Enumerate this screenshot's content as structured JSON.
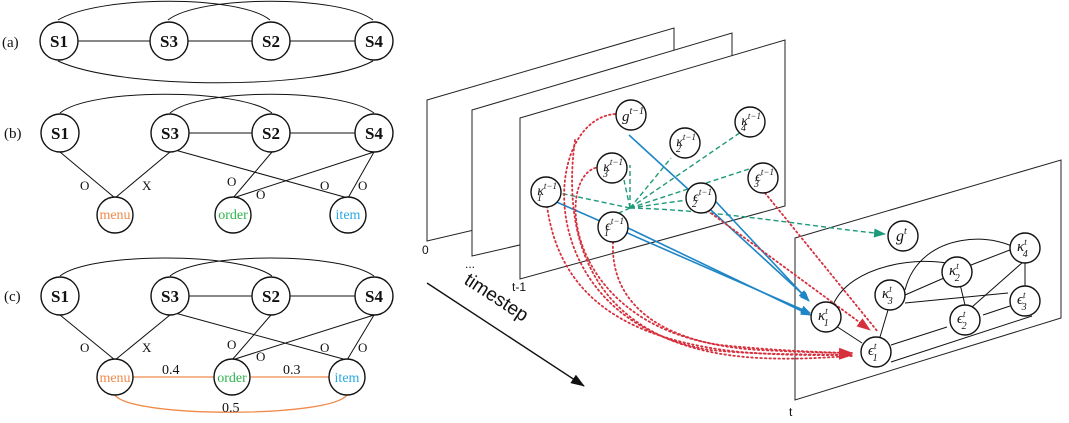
{
  "panels": {
    "a": {
      "label": "(a)"
    },
    "b": {
      "label": "(b)"
    },
    "c": {
      "label": "(c)"
    }
  },
  "domain_nodes": [
    "S1",
    "S3",
    "S2",
    "S4"
  ],
  "slot_nodes": [
    {
      "name": "menu",
      "color": "#f08a4b"
    },
    {
      "name": "order",
      "color": "#2bb34a"
    },
    {
      "name": "item",
      "color": "#29a9e0"
    }
  ],
  "slot_edge_marks": {
    "s1_menu": "O",
    "s3_menu": "X",
    "s2_order": "O",
    "s4_order": "O",
    "s3_item": "O",
    "s4_item": "O"
  },
  "slot_weights": {
    "menu_order": "0.4",
    "order_item": "0.3",
    "menu_item": "0.5"
  },
  "colors": {
    "orange": "#f08a4b",
    "blue": "#1f86c6",
    "green": "#1e9a7a",
    "red": "#d6303c"
  },
  "timeline": {
    "plane_labels": [
      "0",
      "...",
      "t-1",
      "t"
    ],
    "axis_label": "timestep"
  },
  "prev_nodes": {
    "g": {
      "base": "g",
      "sup": "t−1",
      "sub": ""
    },
    "k1": {
      "base": "κ",
      "sup": "t−1",
      "sub": "1"
    },
    "k2": {
      "base": "κ",
      "sup": "t−1",
      "sub": "2"
    },
    "k3": {
      "base": "κ",
      "sup": "t−1",
      "sub": "3"
    },
    "k4": {
      "base": "κ",
      "sup": "t−1",
      "sub": "4"
    },
    "e1": {
      "base": "ϵ",
      "sup": "t−1",
      "sub": "1"
    },
    "e2": {
      "base": "ϵ",
      "sup": "t−1",
      "sub": "2"
    },
    "e3": {
      "base": "ϵ",
      "sup": "t−1",
      "sub": "3"
    }
  },
  "cur_nodes": {
    "g": {
      "base": "g",
      "sup": "t",
      "sub": ""
    },
    "k1": {
      "base": "κ",
      "sup": "t",
      "sub": "1"
    },
    "k2": {
      "base": "κ",
      "sup": "t",
      "sub": "2"
    },
    "k3": {
      "base": "κ",
      "sup": "t",
      "sub": "3"
    },
    "k4": {
      "base": "κ",
      "sup": "t",
      "sub": "4"
    },
    "e1": {
      "base": "ϵ",
      "sup": "t",
      "sub": "1"
    },
    "e2": {
      "base": "ϵ",
      "sup": "t",
      "sub": "2"
    },
    "e3": {
      "base": "ϵ",
      "sup": "t",
      "sub": "3"
    }
  }
}
